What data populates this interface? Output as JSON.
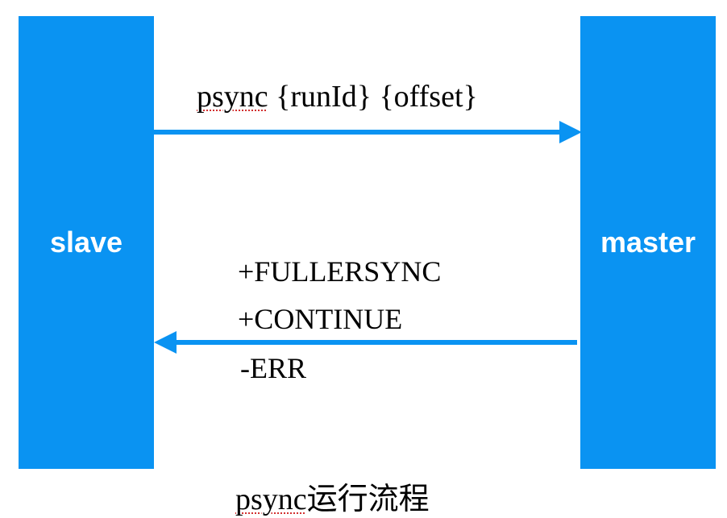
{
  "colors": {
    "node_fill": "#0a93f2",
    "arrow": "#0a93f2",
    "text": "#000000",
    "node_text": "#ffffff"
  },
  "nodes": {
    "slave": {
      "label": "slave"
    },
    "master": {
      "label": "master"
    }
  },
  "request": {
    "label_word": "psync",
    "label_rest": " {runId} {offset}"
  },
  "response": {
    "lines": [
      "+FULLERSYNC",
      "+CONTINUE",
      "-ERR"
    ]
  },
  "caption": {
    "word": "psync",
    "rest": "运行流程"
  }
}
